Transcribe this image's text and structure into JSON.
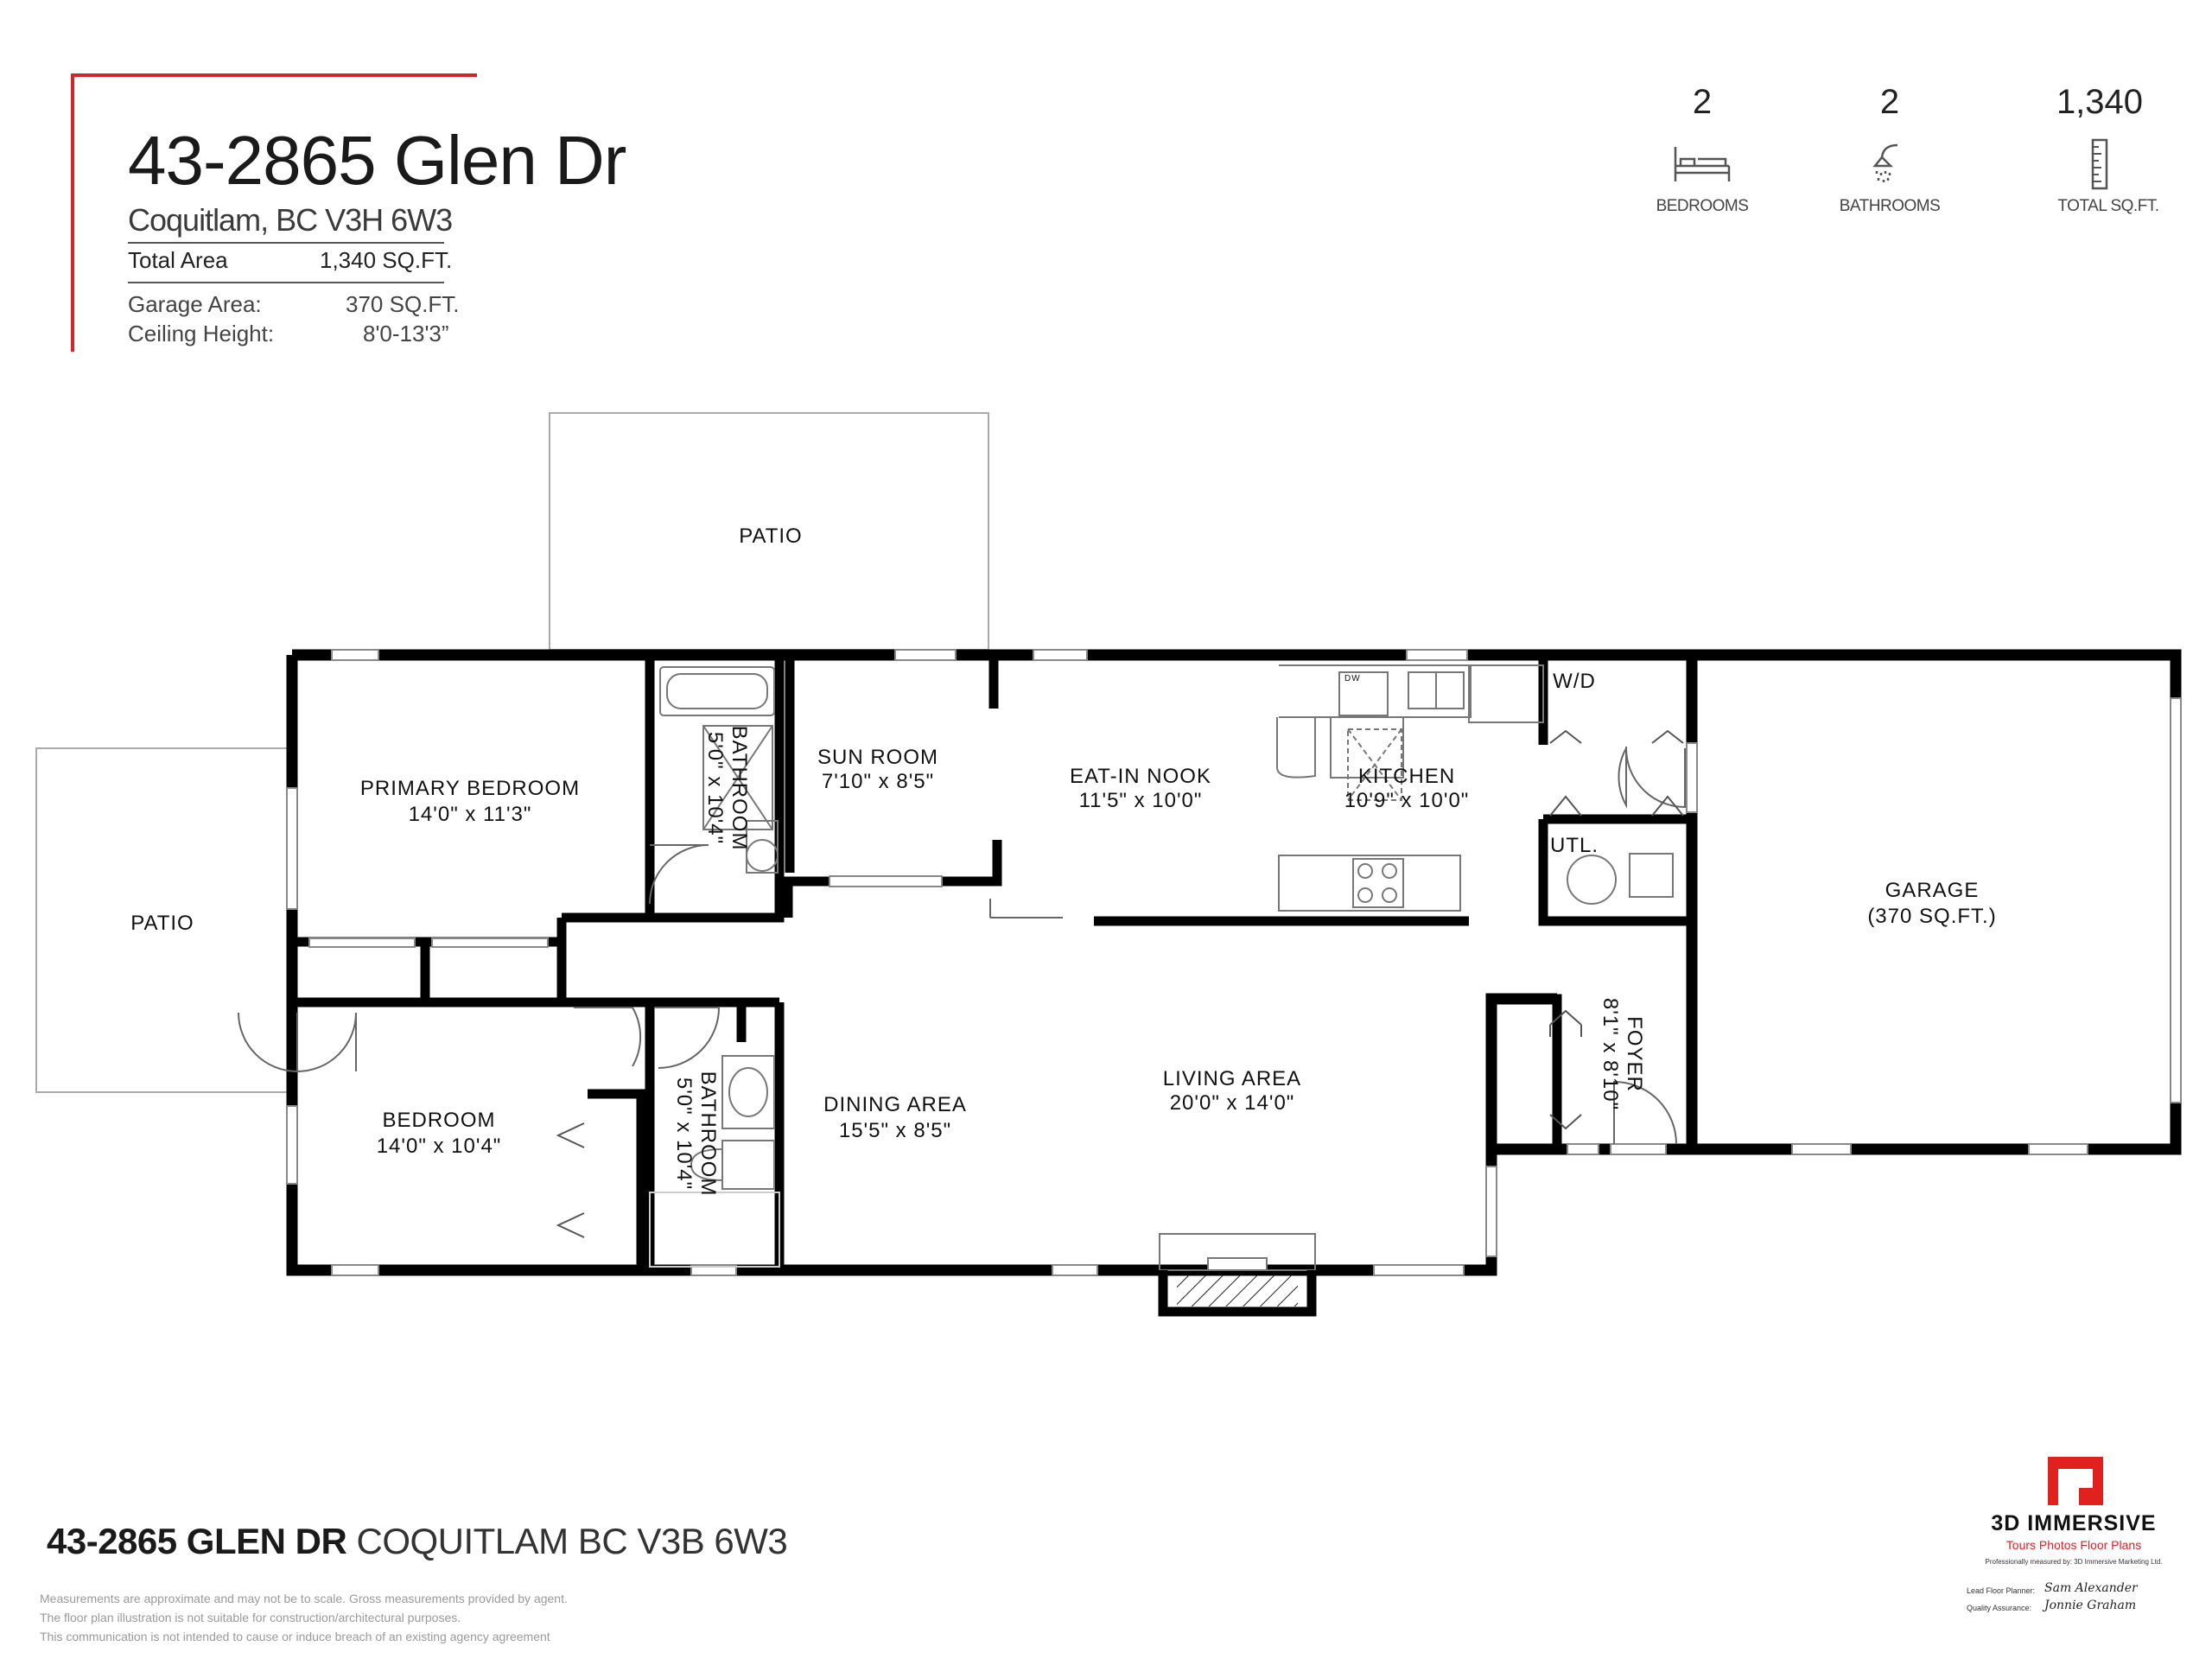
{
  "header": {
    "title": "43-2865 Glen Dr",
    "subtitle": "Coquitlam, BC V3H 6W3",
    "total_area_label": "Total Area",
    "total_area_value": "1,340  SQ.FT.",
    "garage_label": "Garage Area:",
    "garage_value": "370 SQ.FT.",
    "ceiling_label": "Ceiling Height:",
    "ceiling_value": "8'0-13'3”",
    "accent_color": "#d0262b"
  },
  "stats": {
    "bedrooms": {
      "value": "2",
      "label": "BEDROOMS",
      "icon": "bed-icon"
    },
    "bathrooms": {
      "value": "2",
      "label": "BATHROOMS",
      "icon": "shower-icon"
    },
    "sqft": {
      "value": "1,340",
      "label": "TOTAL SQ.FT.",
      "icon": "ruler-icon"
    }
  },
  "rooms": {
    "patio_top": "PATIO",
    "patio_left": "PATIO",
    "primary_bedroom": {
      "name": "PRIMARY BEDROOM",
      "dims": "14'0\" x 11'3\""
    },
    "bathroom1": {
      "name": "BATHROOM",
      "dims": "5'0\" x 10'4\""
    },
    "sun_room": {
      "name": "SUN ROOM",
      "dims": "7'10\" x 8'5\""
    },
    "eat_in_nook": {
      "name": "EAT-IN NOOK",
      "dims": "11'5\" x 10'0\""
    },
    "kitchen": {
      "name": "KITCHEN",
      "dims": "10'9\" x 10'0\""
    },
    "wd": "W/D",
    "utl": "UTL.",
    "garage": {
      "name": "GARAGE",
      "dims": "(370 SQ.FT.)"
    },
    "foyer": {
      "name": "FOYER",
      "dims": "8'1\" x 8'10\""
    },
    "living_area": {
      "name": "LIVING AREA",
      "dims": "20'0\" x 14'0\""
    },
    "dining_area": {
      "name": "DINING AREA",
      "dims": "15'5\" x 8'5\""
    },
    "bathroom2": {
      "name": "BATHROOM",
      "dims": "5'0\" x 10'4\""
    },
    "bedroom": {
      "name": "BEDROOM",
      "dims": "14'0\" x 10'4\""
    },
    "dw": "DW"
  },
  "footer": {
    "address_bold": "43-2865 GLEN DR",
    "address_light": "COQUITLAM BC V3B 6W3",
    "disclaimer": [
      "Measurements are approximate and may not be to scale. Gross measurements provided by agent.",
      "The floor plan illustration is not suitable for construction/architectural purposes.",
      "This communication is not intended to cause or induce breach of an existing agency agreement"
    ]
  },
  "brand": {
    "name": "3D IMMERSIVE",
    "tagline": "Tours  Photos  Floor Plans",
    "measured_by": "Professionally measured by: 3D Immersive Marketing Ltd.",
    "planner_label": "Lead Floor Planner:",
    "planner_sig": "Sam Alexander",
    "qa_label": "Quality Assurance:",
    "qa_sig": "Jonnie Graham",
    "color": "#d0262b"
  }
}
